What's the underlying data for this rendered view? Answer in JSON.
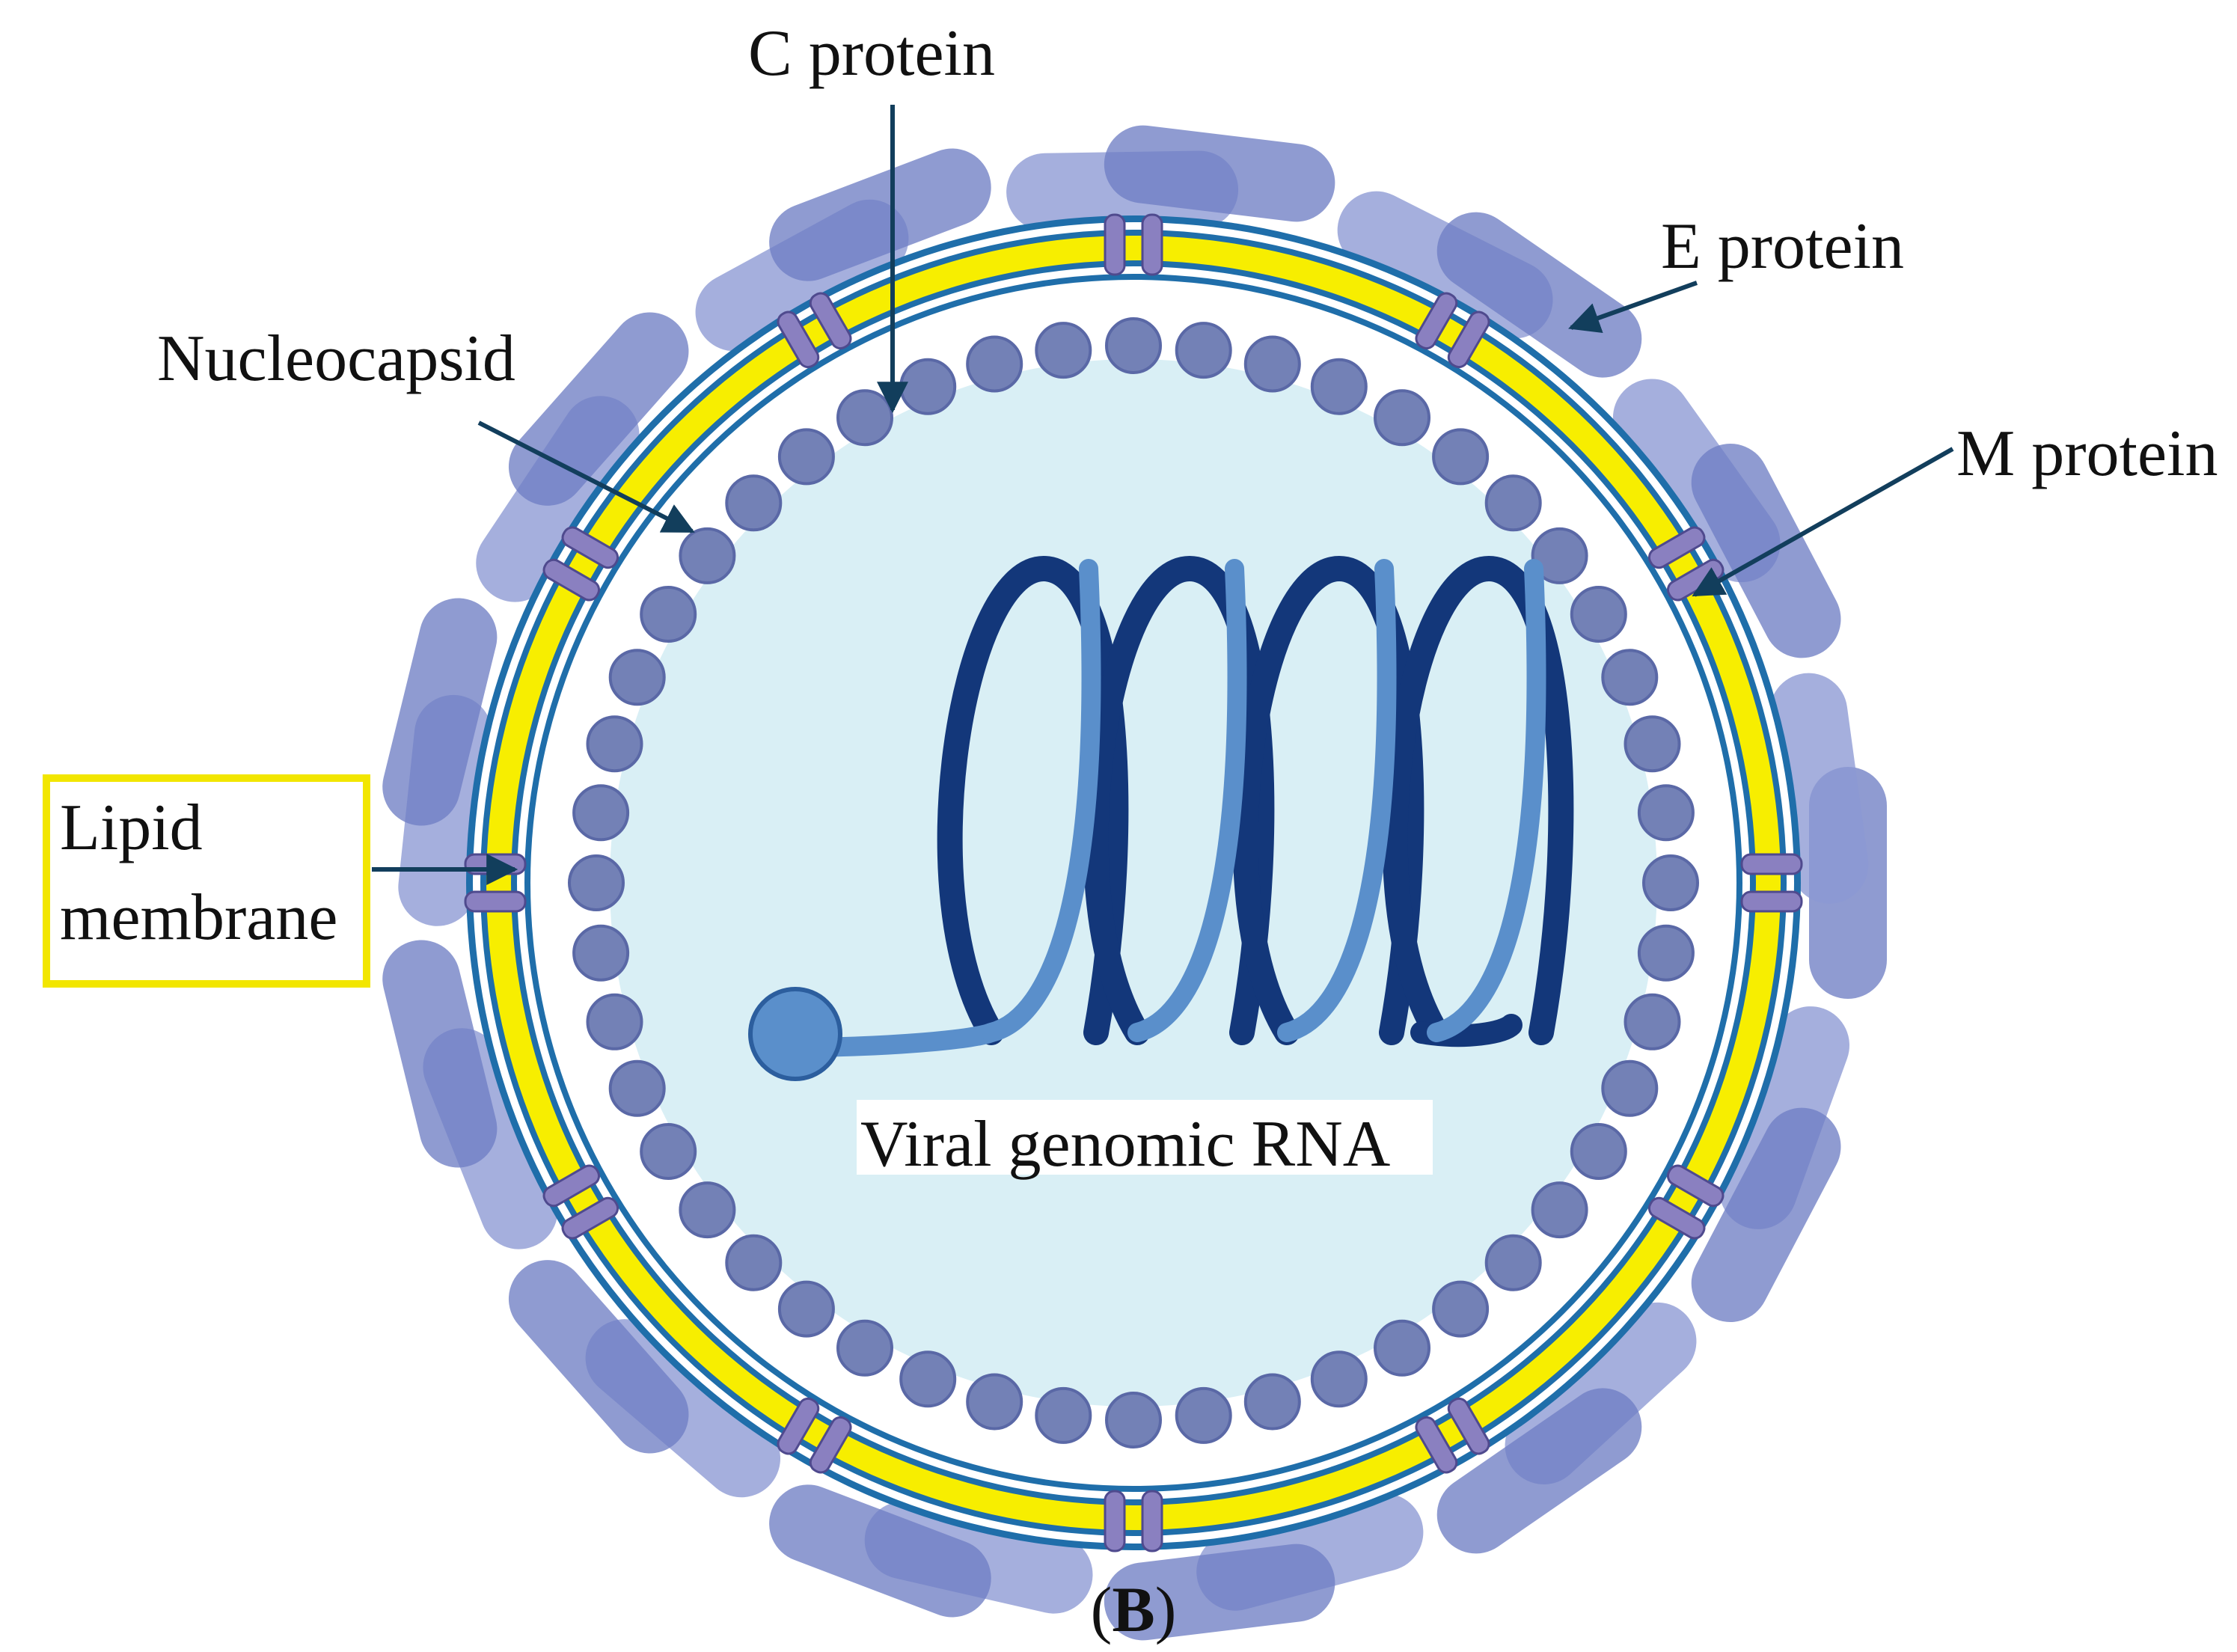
{
  "labels": {
    "c_protein": "C protein",
    "e_protein": "E protein",
    "m_protein": "M protein",
    "nucleocapsid": "Nucleocapsid",
    "lipid_line1": "Lipid",
    "lipid_line2": "membrane",
    "rna": "Viral genomic RNA",
    "panel_letter": "B"
  },
  "colors": {
    "membrane_yellow": "#f7ee00",
    "membrane_outline": "#1f6eaa",
    "envelope_protein": "#8c98d4",
    "envelope_protein_dark": "#6f7fc4",
    "capsid_bead": "#7381b6",
    "capsid_bead_outline": "#5a68a6",
    "interior": "#d9eff5",
    "rna_light": "#5a8fcb",
    "rna_dark": "#13377a",
    "arrow": "#123e5c",
    "lipid_box": "#f2e600"
  },
  "counts": {
    "capsid_beads": 48,
    "m_protein_pairs": 12,
    "e_protein_blobs": 26
  }
}
